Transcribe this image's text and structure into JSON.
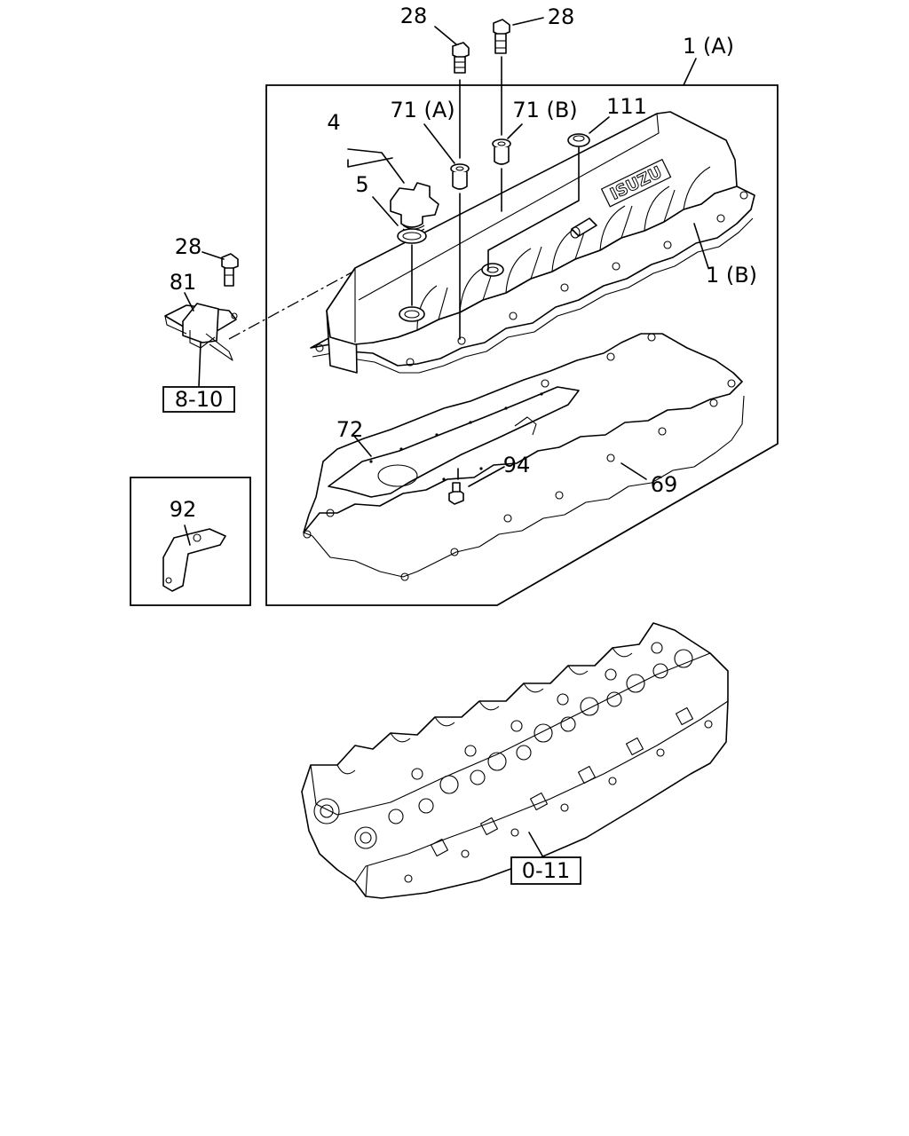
{
  "callouts": {
    "bolt_28_top_left": "28",
    "bolt_28_top_right": "28",
    "bolt_28_left": "28",
    "assembly_1a": "1 (A)",
    "cover_1b": "1 (B)",
    "cap_4": "4",
    "seal_5": "5",
    "grommet_71a": "71 (A)",
    "grommet_71b": "71 (B)",
    "plug_111": "111",
    "bracket_81": "81",
    "plate_72": "72",
    "bolt_94": "94",
    "gasket_69": "69",
    "bracket_92": "92"
  },
  "references": {
    "harness_ref": "8-10",
    "cylinder_head_ref": "0-11"
  },
  "logo_text": "ISUZU"
}
